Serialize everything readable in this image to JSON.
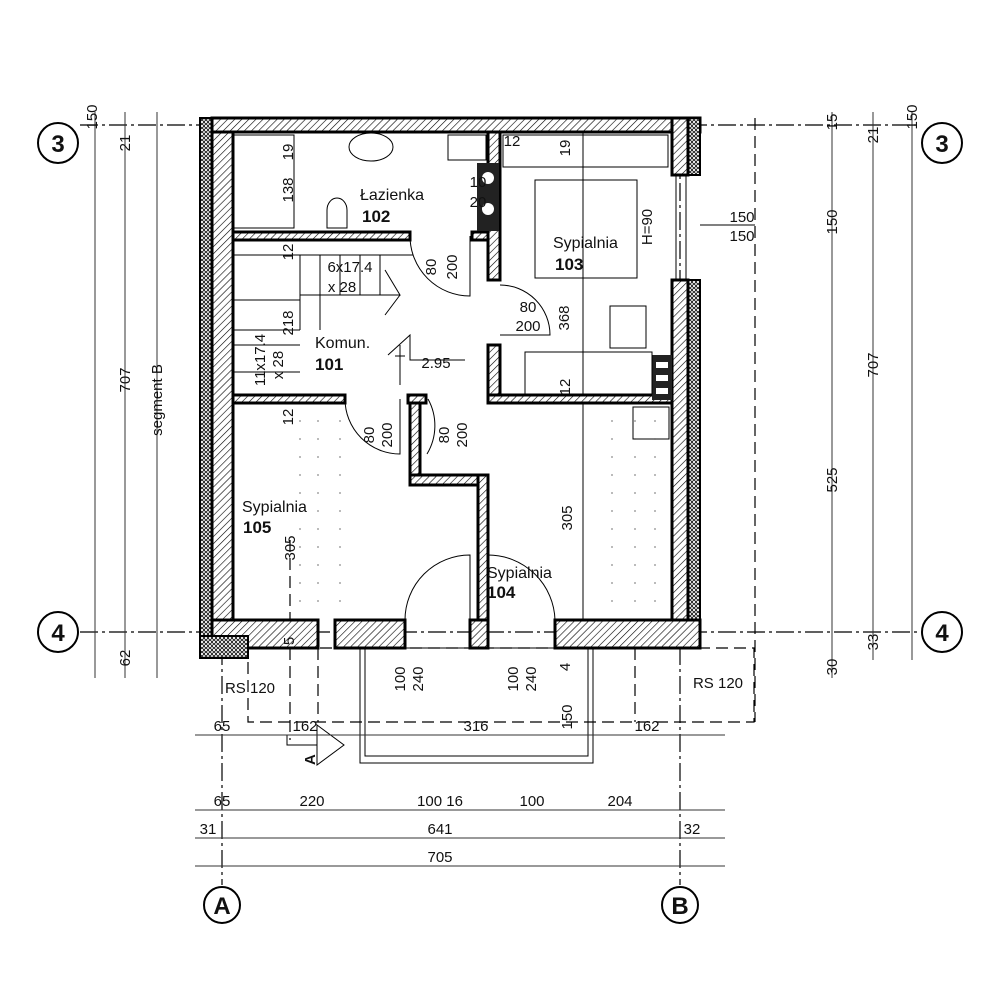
{
  "rooms": [
    {
      "name": "Łazienka",
      "number": "102"
    },
    {
      "name": "Sypialnia",
      "number": "103"
    },
    {
      "name": "Komun.",
      "number": "101"
    },
    {
      "name": "Sypialnia",
      "number": "105"
    },
    {
      "name": "Sypialnia",
      "number": "104"
    }
  ],
  "axes": {
    "row_top": "3",
    "row_bottom": "4",
    "col_left": "A",
    "col_right": "B"
  },
  "section_mark": "A",
  "dimensions": {
    "interior": [
      "19",
      "138",
      "12",
      "19",
      "10",
      "20",
      "H=90",
      "150",
      "150",
      "12",
      "6x17.4",
      "x 28",
      "80",
      "200",
      "80",
      "200",
      "368",
      "218",
      "11x17.4",
      "x 28",
      "2.95",
      "12",
      "12",
      "80",
      "200",
      "80",
      "200",
      "305",
      "305",
      "5",
      "100",
      "240",
      "100",
      "240",
      "4",
      "150",
      "RS 120",
      "RS 120"
    ],
    "left": [
      "150",
      "21",
      "707",
      "62",
      "segment B"
    ],
    "right": [
      "15",
      "150",
      "525",
      "30",
      "21",
      "707",
      "33",
      "150"
    ],
    "bottom_rows": [
      [
        "65",
        "162",
        "316",
        "162"
      ],
      [
        "65",
        "220",
        "100 16",
        "100",
        "204"
      ],
      [
        "31",
        "641",
        "32"
      ],
      [
        "705"
      ]
    ]
  }
}
